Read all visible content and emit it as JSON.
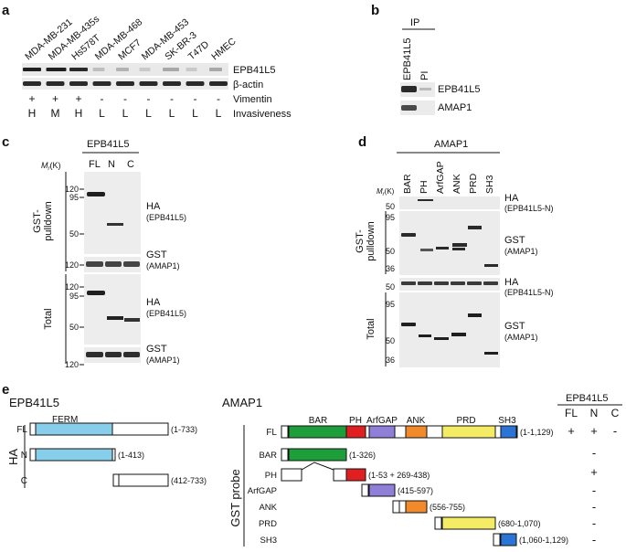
{
  "panel_a": {
    "letter": "a",
    "cell_lines": [
      "MDA-MB-231",
      "MDA-MB-435s",
      "Hs578T",
      "MDA-MB-468",
      "MCF7",
      "MDA-MB-453",
      "SK-BR-3",
      "T47D",
      "HMEC"
    ],
    "blot_labels": [
      "EPB41L5",
      "β-actin"
    ],
    "vimentin_label": "Vimentin",
    "vimentin": [
      "+",
      "+",
      "+",
      "-",
      "-",
      "-",
      "-",
      "-",
      "-"
    ],
    "invasiveness_label": "Invasiveness",
    "invasiveness": [
      "H",
      "M",
      "H",
      "L",
      "L",
      "L",
      "L",
      "L",
      "L"
    ]
  },
  "panel_b": {
    "letter": "b",
    "ip_label": "IP",
    "lanes": [
      "EPB41L5",
      "PI"
    ],
    "blot_labels": [
      "EPB41L5",
      "AMAP1"
    ]
  },
  "panel_c": {
    "letter": "c",
    "header": "EPB41L5",
    "lanes": [
      "FL",
      "N",
      "C"
    ],
    "mr_label": "M",
    "mr_sub": "r",
    "mr_unit": "(K)",
    "group1": "GST-",
    "group1b": "pulldown",
    "group2": "Total",
    "mw_top": [
      "120",
      "95",
      "50"
    ],
    "mw_gst": "120",
    "mw_total": [
      "120",
      "95",
      "50"
    ],
    "mw_gst2": "120",
    "ha_label": "HA",
    "ha_sub": "(EPB41L5)",
    "gst_label": "GST",
    "gst_sub": "(AMAP1)"
  },
  "panel_d": {
    "letter": "d",
    "header": "AMAP1",
    "lanes": [
      "BAR",
      "PH",
      "ArfGAP",
      "ANK",
      "PRD",
      "SH3"
    ],
    "mr_label": "M",
    "mr_sub": "r",
    "mr_unit": "(K)",
    "group1": "GST-",
    "group1b": "pulldown",
    "group2": "Total",
    "mw_ha": "50",
    "mw_gst": [
      "95",
      "50",
      "36"
    ],
    "mw_ha2": "50",
    "mw_gst2": [
      "95",
      "50",
      "36"
    ],
    "ha_label": "HA",
    "ha_sub": "(EPB41L5-N)",
    "gst_label": "GST",
    "gst_sub": "(AMAP1)"
  },
  "panel_e": {
    "letter": "e",
    "left_title": "EPB41L5",
    "ferm_label": "FERM",
    "ha_tag": "HA",
    "left_constructs": [
      {
        "name": "FL",
        "range": "(1-733)"
      },
      {
        "name": "N",
        "range": "(1-413)"
      },
      {
        "name": "C",
        "range": "(412-733)"
      }
    ],
    "right_title": "AMAP1",
    "domains": [
      "BAR",
      "PH",
      "ArfGAP",
      "ANK",
      "PRD",
      "SH3"
    ],
    "gst_probe": "GST probe",
    "right_constructs": [
      {
        "name": "FL",
        "range": "(1-1,129)"
      },
      {
        "name": "BAR",
        "range": "(1-326)"
      },
      {
        "name": "PH",
        "range": "(1-53 + 269-438)"
      },
      {
        "name": "ArfGAP",
        "range": "(415-597)"
      },
      {
        "name": "ANK",
        "range": "(556-755)"
      },
      {
        "name": "PRD",
        "range": "(680-1,070)"
      },
      {
        "name": "SH3",
        "range": "(1,060-1,129)"
      }
    ],
    "binding_header": "EPB41L5",
    "binding_cols": [
      "FL",
      "N",
      "C"
    ],
    "binding_fl": [
      "+",
      "+",
      "-"
    ],
    "binding_col": [
      "-",
      "+",
      "-",
      "-",
      "-",
      "-"
    ],
    "colors": {
      "ferm": "#87CEEB",
      "BAR": "#1E9E3A",
      "PH": "#E02020",
      "ArfGAP": "#8F7FD6",
      "ANK": "#F08A2A",
      "PRD": "#F5EC66",
      "SH3": "#2B74D6"
    }
  }
}
